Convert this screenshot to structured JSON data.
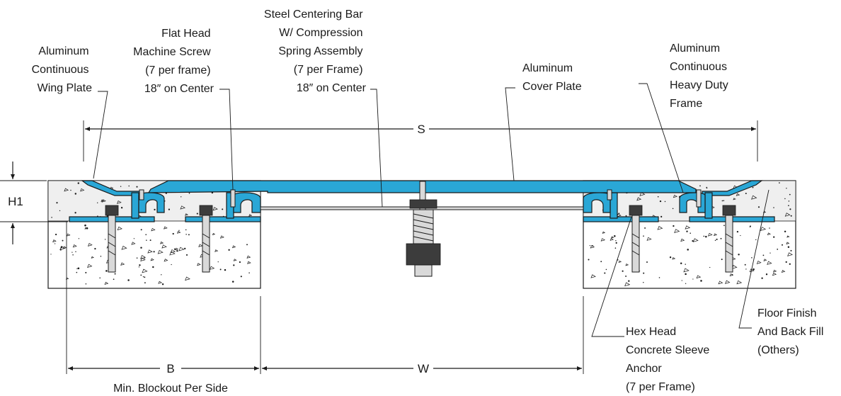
{
  "labels": {
    "wing_plate": [
      "Aluminum",
      "Continuous",
      "Wing Plate"
    ],
    "screw": [
      "Flat Head",
      "Machine Screw",
      "(7 per frame)",
      "18″ on Center"
    ],
    "centering_bar": [
      "Steel Centering Bar",
      "W/ Compression",
      "Spring Assembly",
      "(7 per Frame)",
      "18″ on Center"
    ],
    "cover_plate": [
      "Aluminum",
      "Cover Plate"
    ],
    "frame": [
      "Aluminum",
      "Continuous",
      "Heavy Duty",
      "Frame"
    ],
    "anchor": [
      "Hex Head",
      "Concrete Sleeve",
      "Anchor",
      "(7 per Frame)"
    ],
    "floor_finish": [
      "Floor Finish",
      "And Back Fill",
      "(Others)"
    ]
  },
  "dimensions": {
    "s": "S",
    "h1": "H1",
    "b": "B",
    "w": "W",
    "blockout_note": "Min. Blockout Per Side"
  },
  "colors": {
    "aluminum": "#2aa7d6",
    "concrete": "#ffffff",
    "line": "#1a1a1a"
  }
}
